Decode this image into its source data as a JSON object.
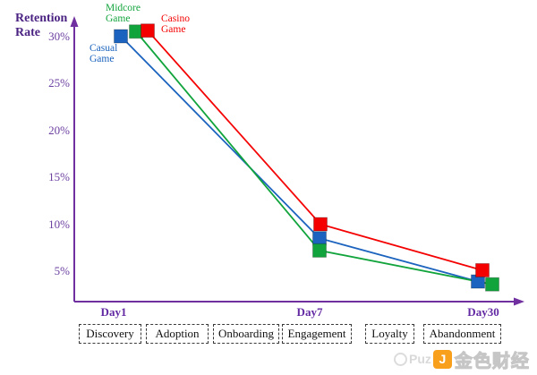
{
  "chart_data": {
    "type": "line",
    "title": "Retention Rate",
    "ylabel": "Retention Rate",
    "xlabel": "",
    "categories": [
      "Day1",
      "Day7",
      "Day30"
    ],
    "series": [
      {
        "name": "Casual Game",
        "color": "#1b63be",
        "values": [
          30.0,
          8.5,
          3.9
        ]
      },
      {
        "name": "Midcore Game",
        "color": "#12a43c",
        "values": [
          30.5,
          7.2,
          3.6
        ]
      },
      {
        "name": "Casino Game",
        "color": "#f40000",
        "values": [
          30.6,
          10.0,
          5.1
        ]
      }
    ],
    "y_ticks": [
      "30%",
      "25%",
      "20%",
      "15%",
      "10%",
      "5%"
    ],
    "y_tick_values": [
      30,
      25,
      20,
      15,
      10,
      5
    ],
    "ylim": [
      2,
      32
    ],
    "grid": false,
    "legend_position": "labels-near-first-points",
    "axis_color": "#7030a0",
    "stage_annotations": [
      "Discovery",
      "Adoption",
      "Onboarding",
      "Engagement",
      "Loyalty",
      "Abandonment"
    ]
  },
  "watermark": {
    "prefix": "Puz",
    "brand": "金色财经",
    "logo_glyph": "J",
    "logo_color": "#f8a01c"
  }
}
